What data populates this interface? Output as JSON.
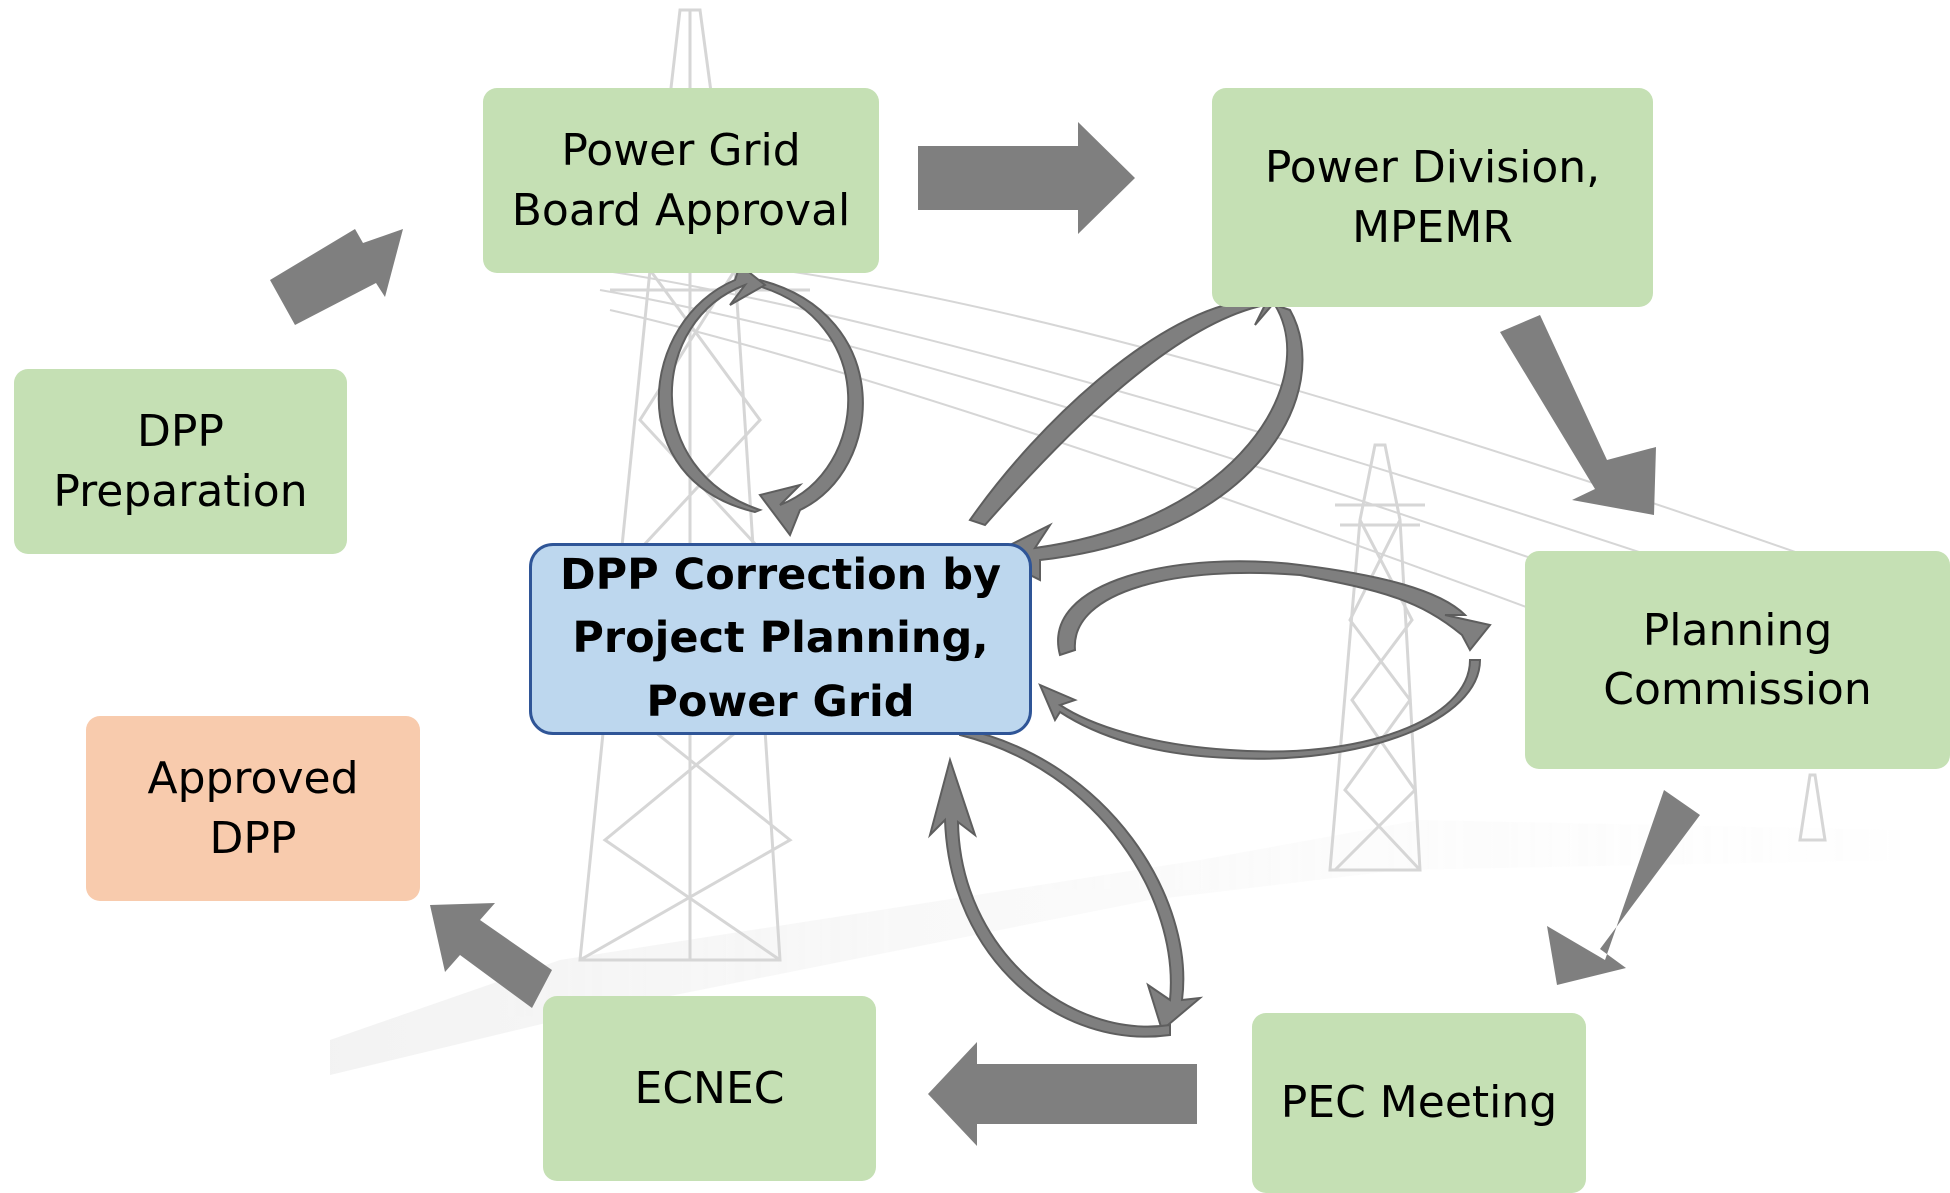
{
  "diagram": {
    "colors": {
      "step_box": "#c5e0b4",
      "final_box": "#f8cbad",
      "center_box": "#bdd7ee",
      "center_border": "#2f5597",
      "arrow": "#7f7f7f",
      "background_tower": "#d9d9d9"
    },
    "nodes": {
      "dpp_preparation": "DPP\nPreparation",
      "power_grid_board_approval": "Power Grid\nBoard Approval",
      "power_division": "Power Division,\nMPEMR",
      "planning_commission": "Planning\nCommission",
      "pec_meeting": "PEC Meeting",
      "ecnec": "ECNEC",
      "approved_dpp": "Approved\nDPP",
      "dpp_correction": "DPP Correction  by\nProject Planning,\nPower Grid"
    },
    "flow_order": [
      "DPP Preparation",
      "Power Grid Board Approval",
      "Power Division, MPEMR",
      "Planning Commission",
      "PEC Meeting",
      "ECNEC",
      "Approved DPP"
    ],
    "feedback_loops_with_center": [
      "Power Grid Board Approval",
      "Power Division, MPEMR",
      "Planning Commission",
      "PEC Meeting"
    ]
  }
}
